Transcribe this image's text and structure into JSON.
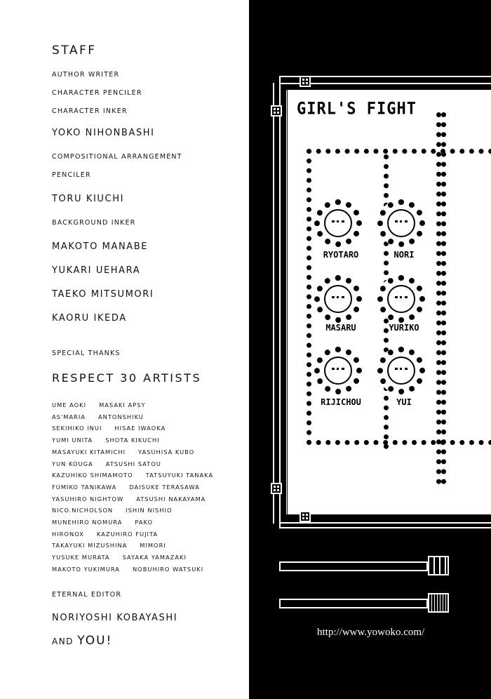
{
  "staff": {
    "heading": "STAFF",
    "author_writer": "AUTHOR WRITER",
    "character_penciler": "CHARACTER PENCILER",
    "character_inker": "CHARACTER INKER",
    "name1": "YOKO NIHONBASHI",
    "compositional": "COMPOSITIONAL ARRANGEMENT",
    "penciler": "PENCILER",
    "name2": "TORU KIUCHI",
    "background_inker": "BACKGROUND INKER",
    "inkers": [
      "MAKOTO MANABE",
      "YUKARI UEHARA",
      "TAEKO MITSUMORI",
      "KAORU IKEDA"
    ],
    "special_thanks": "SPECIAL THANKS",
    "respect": "RESPECT 30 ARTISTS",
    "artists": [
      [
        "UME AOKI",
        "MASAKI APSY"
      ],
      [
        "AS'MARIA",
        "ANTONSHIKU"
      ],
      [
        "SEKIHIKO INUI",
        "HISAE IWAOKA"
      ],
      [
        "YUMI UNITA",
        "SHOTA KIKUCHI"
      ],
      [
        "MASAYUKI KITAMICHI",
        "YASUHISA KUBO"
      ],
      [
        "YUN KOUGA",
        "ATSUSHI SATOU"
      ],
      [
        "KAZUHIKO SHIMAMOTO",
        "TATSUYUKI TANAKA"
      ],
      [
        "FUMIKO TANIKAWA",
        "DAISUKE TERASAWA"
      ],
      [
        "YASUHIRO NIGHTOW",
        "ATSUSHI NAKAYAMA"
      ],
      [
        "NICO.NICHOLSON",
        "ISHIN NISHIO"
      ],
      [
        "MUNEHIRO NOMURA",
        "PAKO"
      ],
      [
        "HIRONOX",
        "KAZUHIRO FUJITA"
      ],
      [
        "TAKAYUKI MIZUSHINA",
        "MIMORI"
      ],
      [
        "YUSUKE MURATA",
        "SAYAKA YAMAZAKI"
      ],
      [
        "MAKOTO YUKIMURA",
        "NOBUHIRO WATSUKI"
      ]
    ],
    "eternal_editor": "ETERNAL EDITOR",
    "editor": "NORIYOSHI KOBAYASHI",
    "and": "AND",
    "you": "YOU!"
  },
  "art": {
    "title": "GIRL'S FIGHT",
    "characters": [
      "RYOTARO",
      "NORI",
      "MASARU",
      "YURIKO",
      "RIJICHOU",
      "YUI"
    ],
    "url": "http://www.yowoko.com/"
  }
}
